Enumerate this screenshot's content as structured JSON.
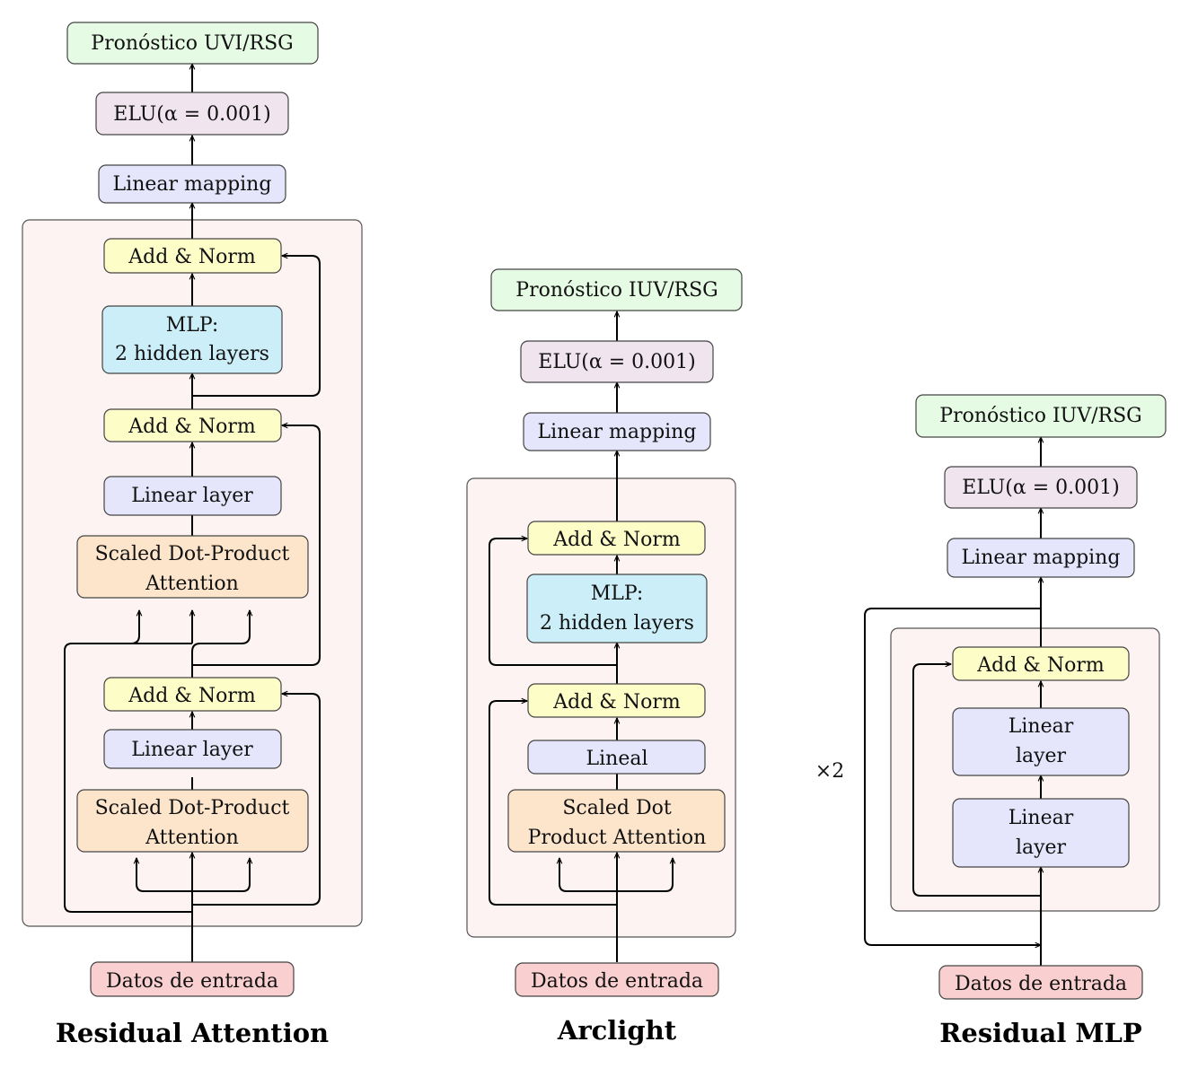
{
  "colors": {
    "output": "#e6fbe4",
    "elu": "#f0e4ee",
    "linear": "#e5e6fb",
    "addnorm": "#fdfdc8",
    "mlp": "#cbeef8",
    "attention": "#fde5cc",
    "input": "#f9cfcf",
    "frame": "#fdf3f3"
  },
  "residual_attention": {
    "title": "Residual Attention",
    "output": "Pronóstico UVI/RSG",
    "elu": "ELU(α = 0.001)",
    "linear_mapping": "Linear mapping",
    "add_norm_top": "Add & Norm",
    "mlp_line1": "MLP:",
    "mlp_line2": "2 hidden layers",
    "add_norm_mid": "Add & Norm",
    "linear_layer_top": "Linear layer",
    "attention_top_line1": "Scaled Dot-Product",
    "attention_top_line2": "Attention",
    "add_norm_bottom": "Add & Norm",
    "linear_layer_bottom": "Linear layer",
    "attention_bottom_line1": "Scaled Dot-Product",
    "attention_bottom_line2": "Attention",
    "input": "Datos de entrada"
  },
  "arclight": {
    "title": "Arclight",
    "output": "Pronóstico IUV/RSG",
    "elu": "ELU(α = 0.001)",
    "linear_mapping": "Linear mapping",
    "add_norm_top": "Add & Norm",
    "mlp_line1": "MLP:",
    "mlp_line2": "2 hidden layers",
    "add_norm_bottom": "Add & Norm",
    "lineal": "Lineal",
    "attention_line1": "Scaled Dot",
    "attention_line2": "Product Attention",
    "input": "Datos de entrada"
  },
  "residual_mlp": {
    "title": "Residual MLP",
    "output": "Pronóstico IUV/RSG",
    "elu": "ELU(α = 0.001)",
    "linear_mapping": "Linear mapping",
    "add_norm": "Add & Norm",
    "linear_top_line1": "Linear",
    "linear_top_line2": "layer",
    "linear_bottom_line1": "Linear",
    "linear_bottom_line2": "layer",
    "repeat": "×2",
    "input": "Datos de entrada"
  }
}
